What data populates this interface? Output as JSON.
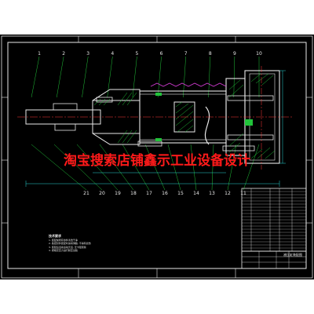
{
  "drawing": {
    "watermark_text": "淘宝搜索店铺鑫示工业设备设计",
    "balloon_numbers_top": [
      "1",
      "2",
      "3",
      "4",
      "5",
      "6",
      "7",
      "8",
      "9",
      "10"
    ],
    "balloon_numbers_bottom": [
      "21",
      "20",
      "19",
      "18",
      "17",
      "16",
      "15",
      "14",
      "13",
      "12",
      "11"
    ],
    "notes_heading": "技术要求",
    "notes_lines": [
      "1. 装配前所有零件清洗干净",
      "2. 各密封件装配时涂润滑脂, 不得有损伤",
      "3. 装配后活塞运动灵活, 无卡阻现象",
      "4. 按规定压力进行耐压试验"
    ],
    "title_block_name": "液压缸装配图"
  },
  "colors": {
    "sheet_background": "#000000",
    "border": "#e8e8e8",
    "part_outline": "#e8e8e8",
    "centerline": "#ff3b3b",
    "hatch": "#21c43a",
    "leader": "#21c43a",
    "dimension": "#2bd4d4",
    "spring": "#d43bd4",
    "watermark": "#ff1a1a"
  }
}
